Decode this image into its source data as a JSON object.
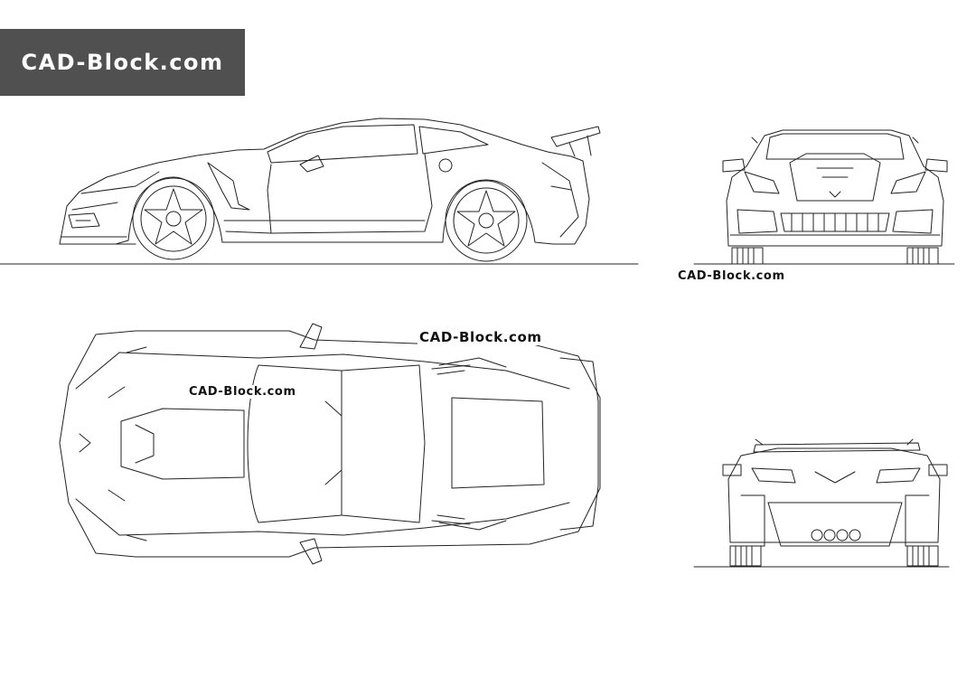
{
  "logo": {
    "text": "CAD-Block.com"
  },
  "watermarks": {
    "front_view": "CAD-Block.com",
    "top_view_primary": "CAD-Block.com",
    "top_view_secondary": "CAD-Block.com"
  },
  "colors": {
    "logo_background": "#505050",
    "logo_text": "#ffffff",
    "line": "#222222",
    "background": "#ffffff"
  }
}
